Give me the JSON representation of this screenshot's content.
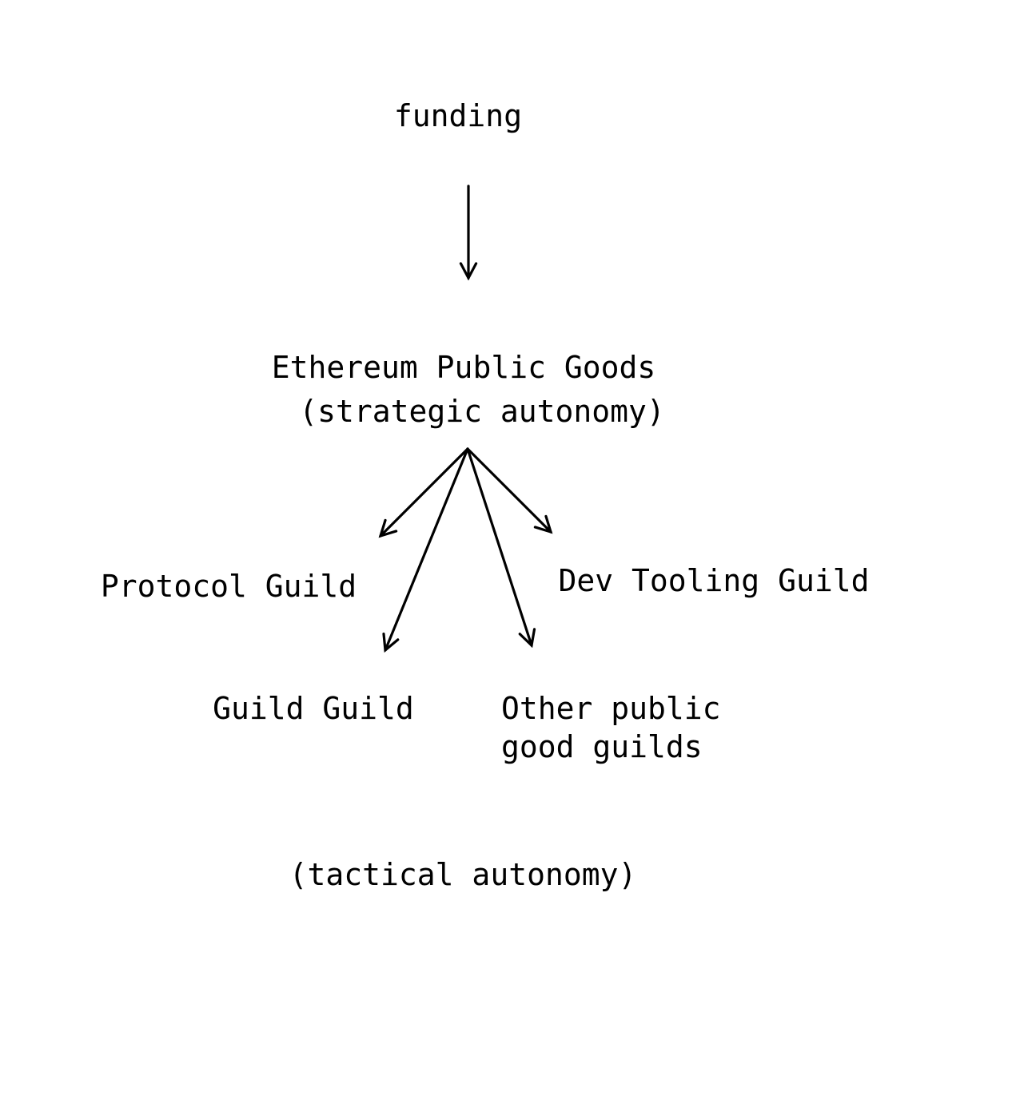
{
  "canvas": {
    "background_color": "#ffffff",
    "ink_color": "#000000"
  },
  "diagram": {
    "source": {
      "label": "funding"
    },
    "hub": {
      "title": "Ethereum Public Goods",
      "subtitle": "(strategic autonomy)"
    },
    "branches": {
      "protocol_guild": {
        "label": "Protocol Guild"
      },
      "dev_tooling_guild": {
        "label": "Dev Tooling Guild"
      },
      "guild_guild": {
        "label": "Guild Guild"
      },
      "other_guilds": {
        "label_line1": "Other public",
        "label_line2": "good guilds"
      }
    },
    "footnote": {
      "label": "(tactical autonomy)"
    },
    "edges": [
      {
        "from": "funding",
        "to": "Ethereum Public Goods"
      },
      {
        "from": "Ethereum Public Goods",
        "to": "Protocol Guild"
      },
      {
        "from": "Ethereum Public Goods",
        "to": "Dev Tooling Guild"
      },
      {
        "from": "Ethereum Public Goods",
        "to": "Guild Guild"
      },
      {
        "from": "Ethereum Public Goods",
        "to": "Other public good guilds"
      }
    ]
  }
}
